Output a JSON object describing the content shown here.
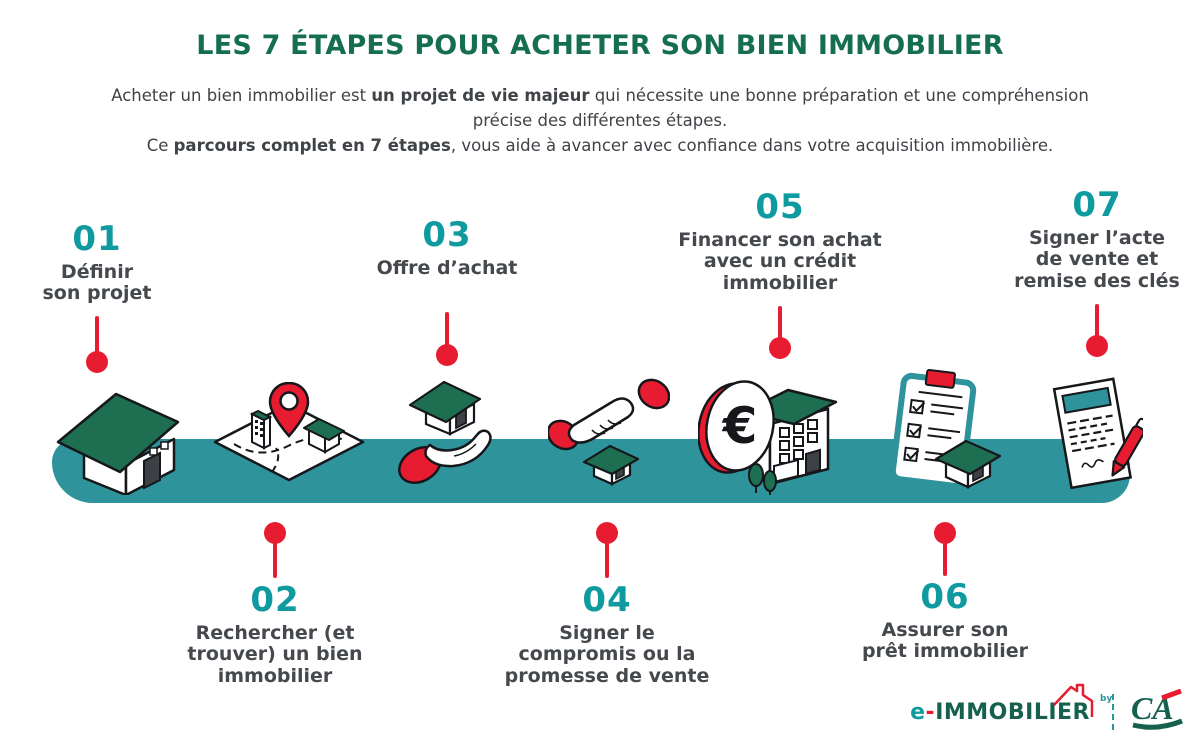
{
  "header": {
    "title": "LES 7 ÉTAPES POUR ACHETER SON BIEN IMMOBILIER",
    "intro": {
      "s1_pre": "Acheter un bien immobilier est ",
      "s1_bold": "un projet de vie majeur",
      "s1_mid": " qui nécessite une bonne préparation et une compréhension",
      "s1_end": "précise des différentes étapes.",
      "s2_pre": "Ce ",
      "s2_bold": "parcours complet en 7 étapes",
      "s2_post": ", vous aide à avancer avec confiance dans votre acquisition immobilière."
    }
  },
  "steps": [
    {
      "number": "01",
      "label": "Définir\nson projet",
      "position": "top",
      "icon": "house-icon"
    },
    {
      "number": "02",
      "label": "Rechercher (et\ntrouver) un bien\nimmobilier",
      "position": "bottom",
      "icon": "map-location-pin-icon"
    },
    {
      "number": "03",
      "label": "Offre d’achat",
      "position": "top",
      "icon": "hand-offering-house-icon"
    },
    {
      "number": "04",
      "label": "Signer le\ncompromis ou la\npromesse de vente",
      "position": "bottom",
      "icon": "handshake-icon"
    },
    {
      "number": "05",
      "label": "Financer son achat\navec un crédit\nimmobilier",
      "position": "top",
      "icon": "euro-coin-building-icon"
    },
    {
      "number": "06",
      "label": "Assurer son\nprêt immobilier",
      "position": "bottom",
      "icon": "checklist-house-icon"
    },
    {
      "number": "07",
      "label": "Signer l’acte\nde vente et\nremise des clés",
      "position": "top",
      "icon": "contract-pen-icon"
    }
  ],
  "footer": {
    "brand_e": "e",
    "brand_hyphen": "-",
    "brand_name": "IMMOBILIER",
    "brand_by": "by",
    "brand_ca": "CA"
  },
  "colors": {
    "title_green": "#156f4f",
    "number_teal": "#0f9aa0",
    "band_teal": "#2e939b",
    "accent_red": "#e81c30",
    "text_gray": "#45484c",
    "icon_roof_green": "#1e6e52",
    "logo_green": "#15604e"
  }
}
